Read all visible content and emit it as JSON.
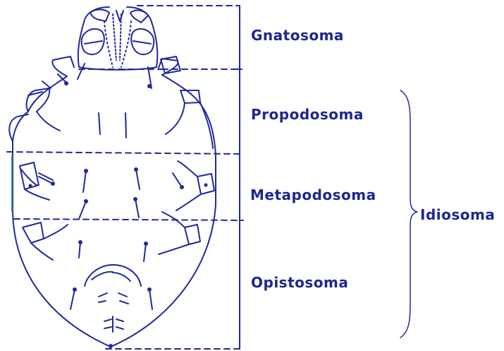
{
  "colors": {
    "ink": "#1f2a9c",
    "label": "#1d2790",
    "accent": "#3a8a8a"
  },
  "labels": {
    "gnatosoma": "Gnatosoma",
    "propodosoma": "Propodosoma",
    "metapodosoma": "Metapodosoma",
    "opistosoma": "Opistosoma",
    "idiosoma": "Idiosoma"
  }
}
